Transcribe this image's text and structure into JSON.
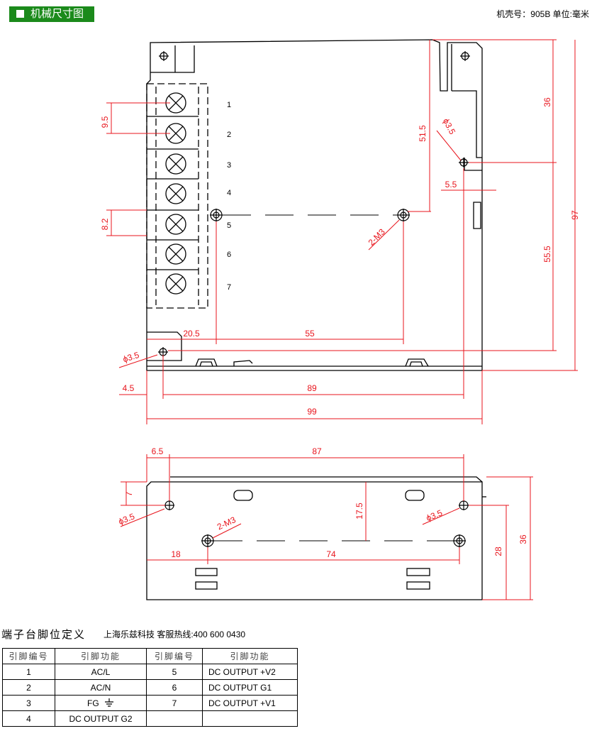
{
  "header": {
    "title": "机械尺寸图",
    "model": "机壳号：905B   单位:毫米"
  },
  "top_view": {
    "terminal_numbers": [
      "1",
      "2",
      "3",
      "4",
      "5",
      "6",
      "7"
    ],
    "dims": {
      "pitch_a": "9.5",
      "pitch_b": "8.2",
      "d51_5": "51.5",
      "hole_top": "ϕ3.5",
      "d36": "36",
      "d97": "97",
      "d5_5": "5.5",
      "d55_5": "55.5",
      "m3": "2-M3",
      "d20_5": "20.5",
      "d55": "55",
      "hole_left": "ϕ3.5",
      "d4_5": "4.5",
      "d89": "89",
      "d99": "99"
    }
  },
  "side_view": {
    "dims": {
      "d6_5": "6.5",
      "d87": "87",
      "d7": "7",
      "hole_left": "ϕ3.5",
      "m3": "2-M3",
      "d17_5": "17.5",
      "hole_right": "ϕ3.5",
      "d18": "18",
      "d74": "74",
      "d28": "28",
      "d36": "36"
    }
  },
  "pin_section": {
    "title": "端子台脚位定义",
    "hotline": "上海乐兹科技 客服热线:400 600 0430"
  },
  "pin_table": {
    "headers": [
      "引脚编号",
      "引脚功能",
      "引脚编号",
      "引脚功能"
    ],
    "rows": [
      [
        "1",
        "AC/L",
        "5",
        "DC OUTPUT +V2"
      ],
      [
        "2",
        "AC/N",
        "6",
        "DC OUTPUT G1"
      ],
      [
        "3",
        "FG",
        "7",
        "DC OUTPUT +V1"
      ],
      [
        "4",
        "DC OUTPUT G2",
        "",
        ""
      ]
    ]
  },
  "colors": {
    "badge": "#1b8a1b",
    "dimension": "#e8141c",
    "outline": "#000000"
  }
}
